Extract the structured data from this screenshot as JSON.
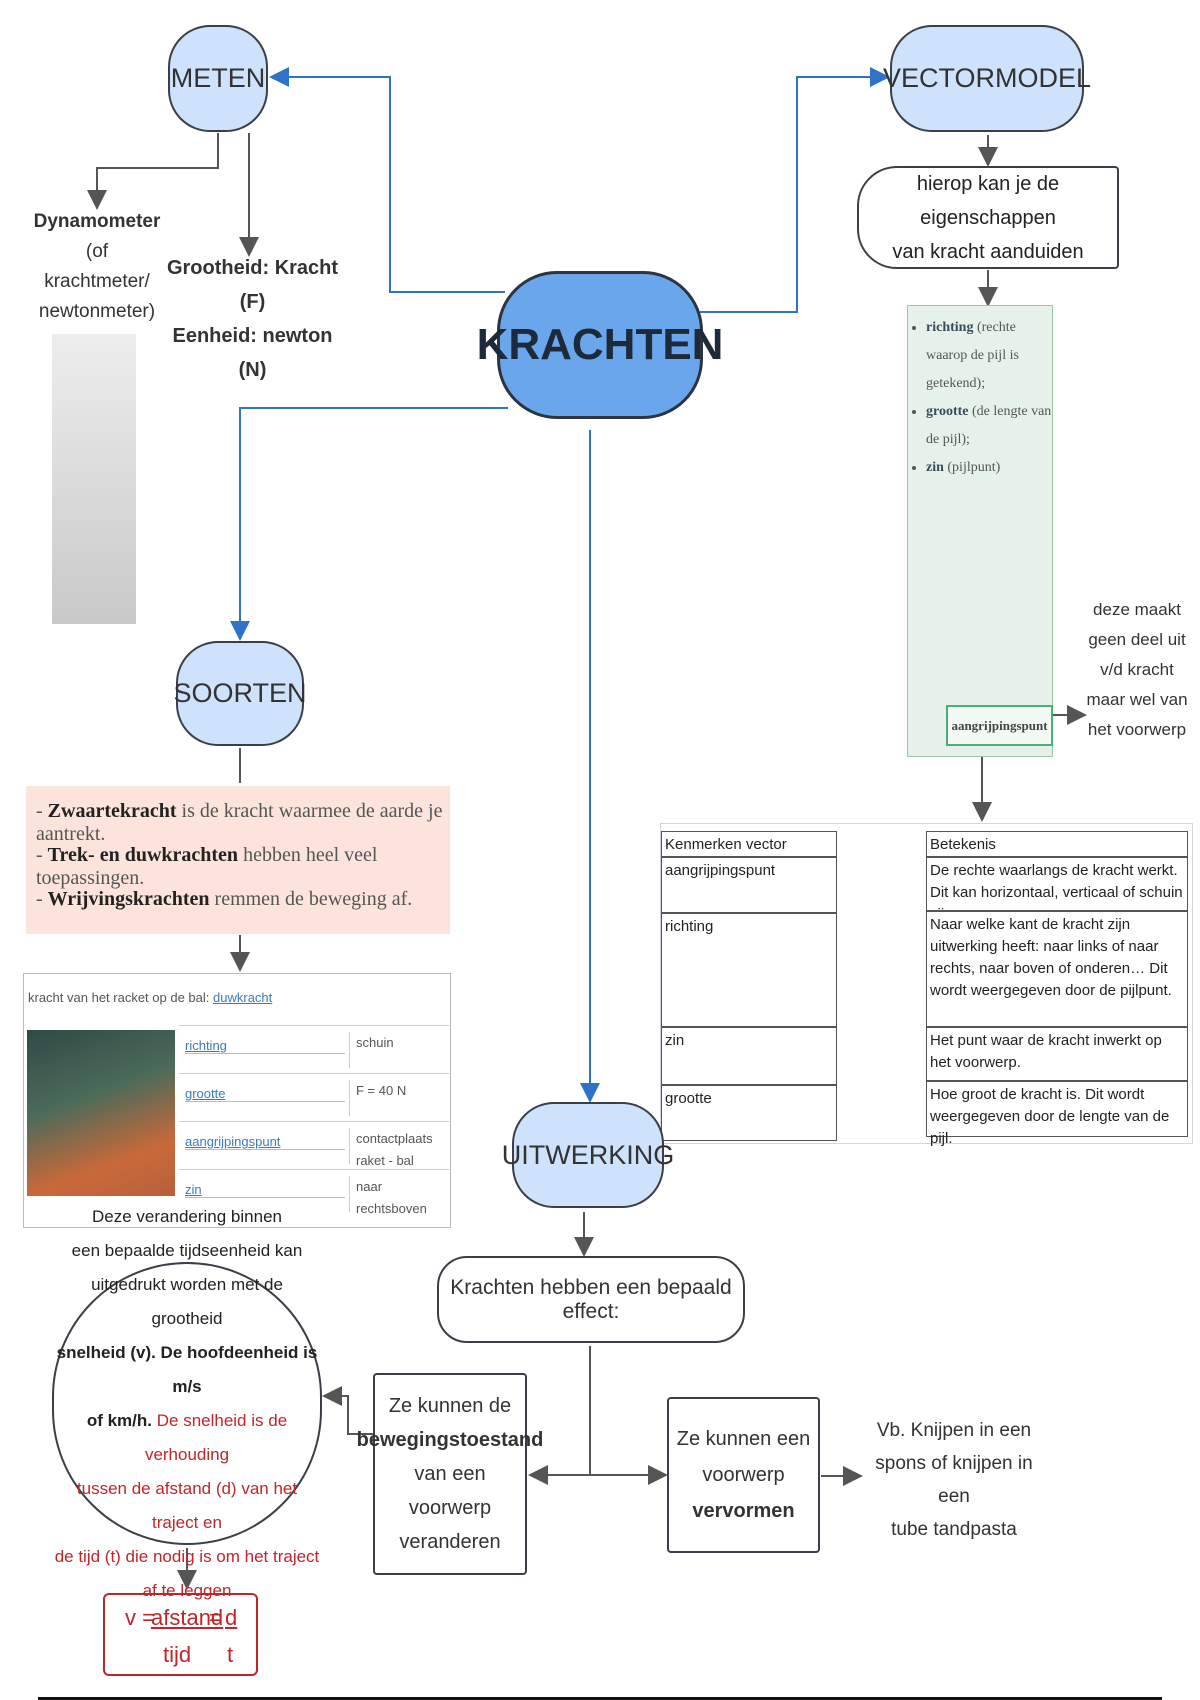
{
  "center": "KRACHTEN",
  "meten": {
    "title": "METEN",
    "dyno_name": "Dynamometer",
    "dyno_sub1": "(of krachtmeter/",
    "dyno_sub2": "newtonmeter)",
    "grootheid": "Grootheid: Kracht (F)",
    "eenheid": "Eenheid: newton (N)"
  },
  "vector": {
    "title": "VECTORMODEL",
    "scroll_line1": "hierop kan je de eigenschappen",
    "scroll_line2": "van kracht aanduiden",
    "items": [
      {
        "bold": "richting",
        "rest": " (rechte waarop de pijl is getekend);"
      },
      {
        "bold": "grootte",
        "rest": " (de lengte van de pijl);"
      },
      {
        "bold": "zin",
        "rest": " (pijlpunt)"
      }
    ],
    "apt_label": "aangrijpingspunt",
    "side_note": [
      "deze maakt",
      "geen deel uit",
      "v/d kracht",
      "maar wel van",
      "het voorwerp"
    ]
  },
  "table": {
    "left_header": "Kenmerken vector",
    "right_header": "Betekenis",
    "left": [
      "aangrijpingspunt",
      "richting",
      "zin",
      "grootte"
    ],
    "right": [
      "De rechte waarlangs de kracht werkt. Dit kan horizontaal, verticaal of schuin zijn.",
      "Naar welke kant de kracht zijn uitwerking heeft: naar links of naar rechts, naar boven of onderen… Dit wordt weergegeven door de pijlpunt.",
      "Het punt waar de kracht inwerkt op het voorwerp.",
      "Hoe groot de kracht is. Dit wordt weergegeven door de lengte van de pijl."
    ]
  },
  "soorten": {
    "title": "SOORTEN",
    "list": [
      {
        "bold": "Zwaartekracht",
        "rest": " is de kracht waarmee de aarde je aantrekt."
      },
      {
        "bold": "Trek- en duwkrachten",
        "rest": " hebben heel veel toepassingen."
      },
      {
        "bold": "Wrijvingskrachten",
        "rest": " remmen de beweging af."
      }
    ],
    "card_header": "kracht van het racket op de bal:",
    "card_header_answer": "duwkracht",
    "card_rows": [
      {
        "k": "richting",
        "v": "schuin"
      },
      {
        "k": "grootte",
        "v": "F = 40 N"
      },
      {
        "k": "aangrijpingspunt",
        "v": "contactplaats raket - bal"
      },
      {
        "k": "zin",
        "v": "naar rechtsboven"
      }
    ]
  },
  "uitwerking": {
    "title": "UITWERKING",
    "effect": "Krachten hebben een bepaald effect:",
    "beweging": [
      "Ze kunnen de",
      "bewegingstoestand",
      "van een voorwerp",
      "veranderen"
    ],
    "vervormen": [
      "Ze kunnen een",
      "voorwerp",
      "vervormen"
    ],
    "example": [
      "Vb. Knijpen in een",
      "spons of knijpen in een",
      "tube tandpasta"
    ],
    "snelheid_black": [
      "Deze verandering binnen",
      "een bepaalde tijdseenheid kan",
      "uitgedrukt worden met de grootheid"
    ],
    "snelheid_bold": [
      "snelheid (v). De hoofdeenheid is m/s",
      "of km/h."
    ],
    "snelheid_red": [
      "De snelheid is de verhouding",
      "tussen de afstand (d) van het traject en",
      "de tijd (t) die nodig is om het traject",
      "af te leggen"
    ],
    "formula": {
      "v": "v =",
      "num1": "afstand",
      "den1": "tijd",
      "eq": "=",
      "num2": "d",
      "den2": "t"
    }
  },
  "colors": {
    "pill": "#cfe2fb",
    "main": "#6aa6ec",
    "arrow_blue": "#2f73c9",
    "red": "#c0252a",
    "table_lines": "#4a86b8"
  }
}
